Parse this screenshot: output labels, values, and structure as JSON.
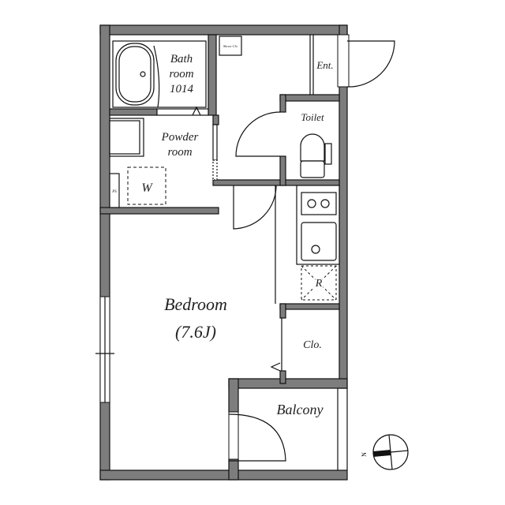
{
  "rooms": {
    "bathroom": [
      "Bath",
      "room",
      "1014"
    ],
    "shoes_closet": "Shoes Clo",
    "entrance": "Ent.",
    "toilet": "Toilet",
    "powder_room": [
      "Powder",
      "room"
    ],
    "washer": "W",
    "pipe_space": "PS",
    "refrigerator": "R",
    "bedroom": "Bedroom",
    "bedroom_size": "(7.6J)",
    "closet": "Clo.",
    "balcony": "Balcony"
  },
  "compass": {
    "north_label": "N"
  },
  "colors": {
    "wall": "#7d7d7d",
    "line": "#111111"
  }
}
